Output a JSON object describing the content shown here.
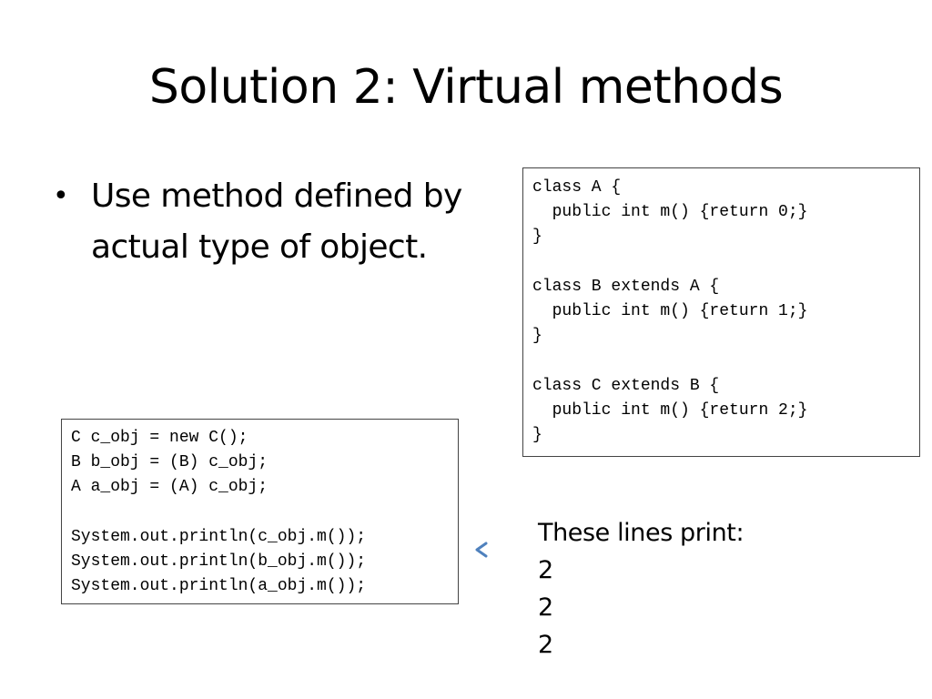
{
  "slide": {
    "title": "Solution 2: Virtual methods",
    "bullets": [
      {
        "marker": "•",
        "text": "Use method defined by actual type of object."
      }
    ],
    "code_classes": [
      "class A {",
      "  public int m() {return 0;}",
      "}",
      "",
      "class B extends A {",
      "  public int m() {return 1;}",
      "}",
      "",
      "class C extends B {",
      "  public int m() {return 2;}",
      "}"
    ],
    "code_usage": [
      "C c_obj = new C();",
      "B b_obj = (B) c_obj;",
      "A a_obj = (A) c_obj;",
      "",
      "System.out.println(c_obj.m());",
      "System.out.println(b_obj.m());",
      "System.out.println(a_obj.m());"
    ],
    "output_label": "These lines print:",
    "output_values": [
      "2",
      "2",
      "2"
    ],
    "colors": {
      "arrow": "#4f81bd",
      "code_border": "#444444"
    },
    "icons": {
      "arrow": "arrow-left-icon"
    }
  }
}
